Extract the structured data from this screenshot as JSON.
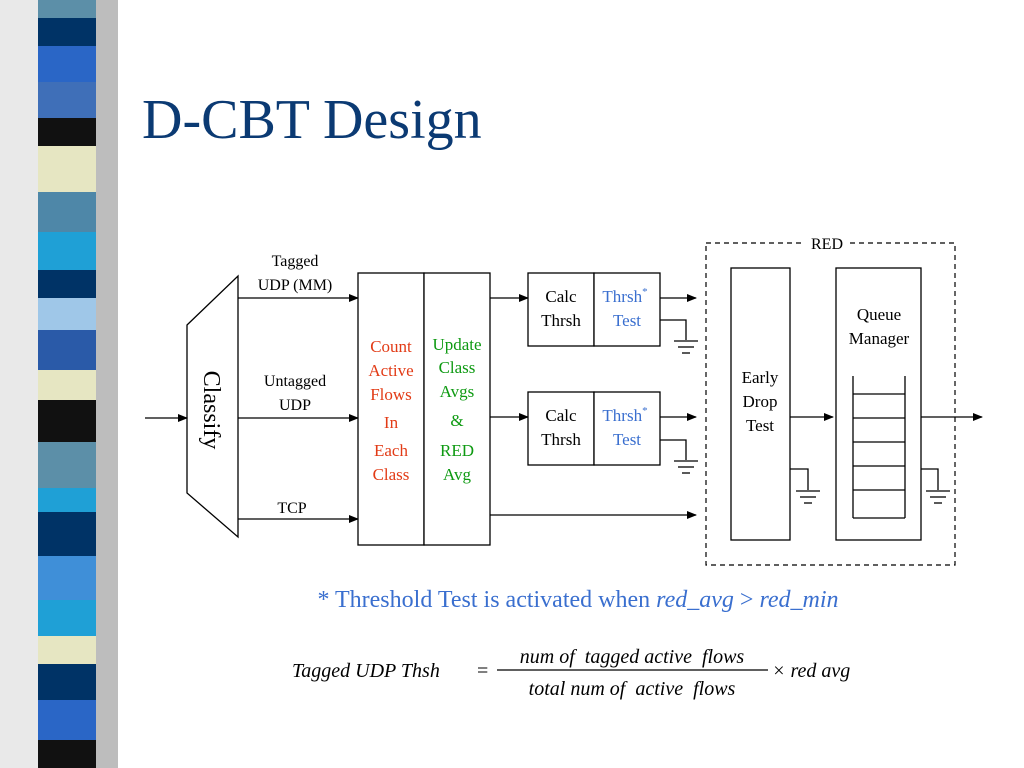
{
  "slide": {
    "title": "D-CBT Design"
  },
  "diagram": {
    "red_group_label": "RED",
    "classify_label": "Classify",
    "input_labels": {
      "tagged_line1": "Tagged",
      "tagged_line2": "UDP (MM)",
      "untagged_line1": "Untagged",
      "untagged_line2": "UDP",
      "tcp": "TCP"
    },
    "count_box": {
      "lines": [
        "Count",
        "Active",
        "Flows",
        "In",
        "Each",
        "Class"
      ],
      "color": "#e23b16"
    },
    "update_box": {
      "lines": [
        "Update",
        "Class",
        "Avgs",
        "&",
        "RED",
        "Avg"
      ],
      "color": "#0e9a12"
    },
    "calc_box": {
      "line1": "Calc",
      "line2": "Thrsh"
    },
    "thrsh_box": {
      "line1": "Thrsh",
      "star": "*",
      "line2": "Test",
      "color": "#3a6fcf"
    },
    "early_drop": {
      "lines": [
        "Early",
        "Drop",
        "Test"
      ]
    },
    "queue_manager": {
      "line1": "Queue",
      "line2": "Manager"
    }
  },
  "footnote": {
    "prefix": "* Threshold Test is activated when ",
    "var1": "red_avg",
    "op": " > ",
    "var2": "red_min",
    "color": "#3a6fcf"
  },
  "formula": {
    "lhs": "Tagged UDP Thsh",
    "eq": "=",
    "numerator": "num of  tagged active  flows",
    "denominator": "total num of  active  flows",
    "rhs": "× red avg"
  },
  "colors": {
    "title": "#0b3a73",
    "stroke": "#000000"
  }
}
